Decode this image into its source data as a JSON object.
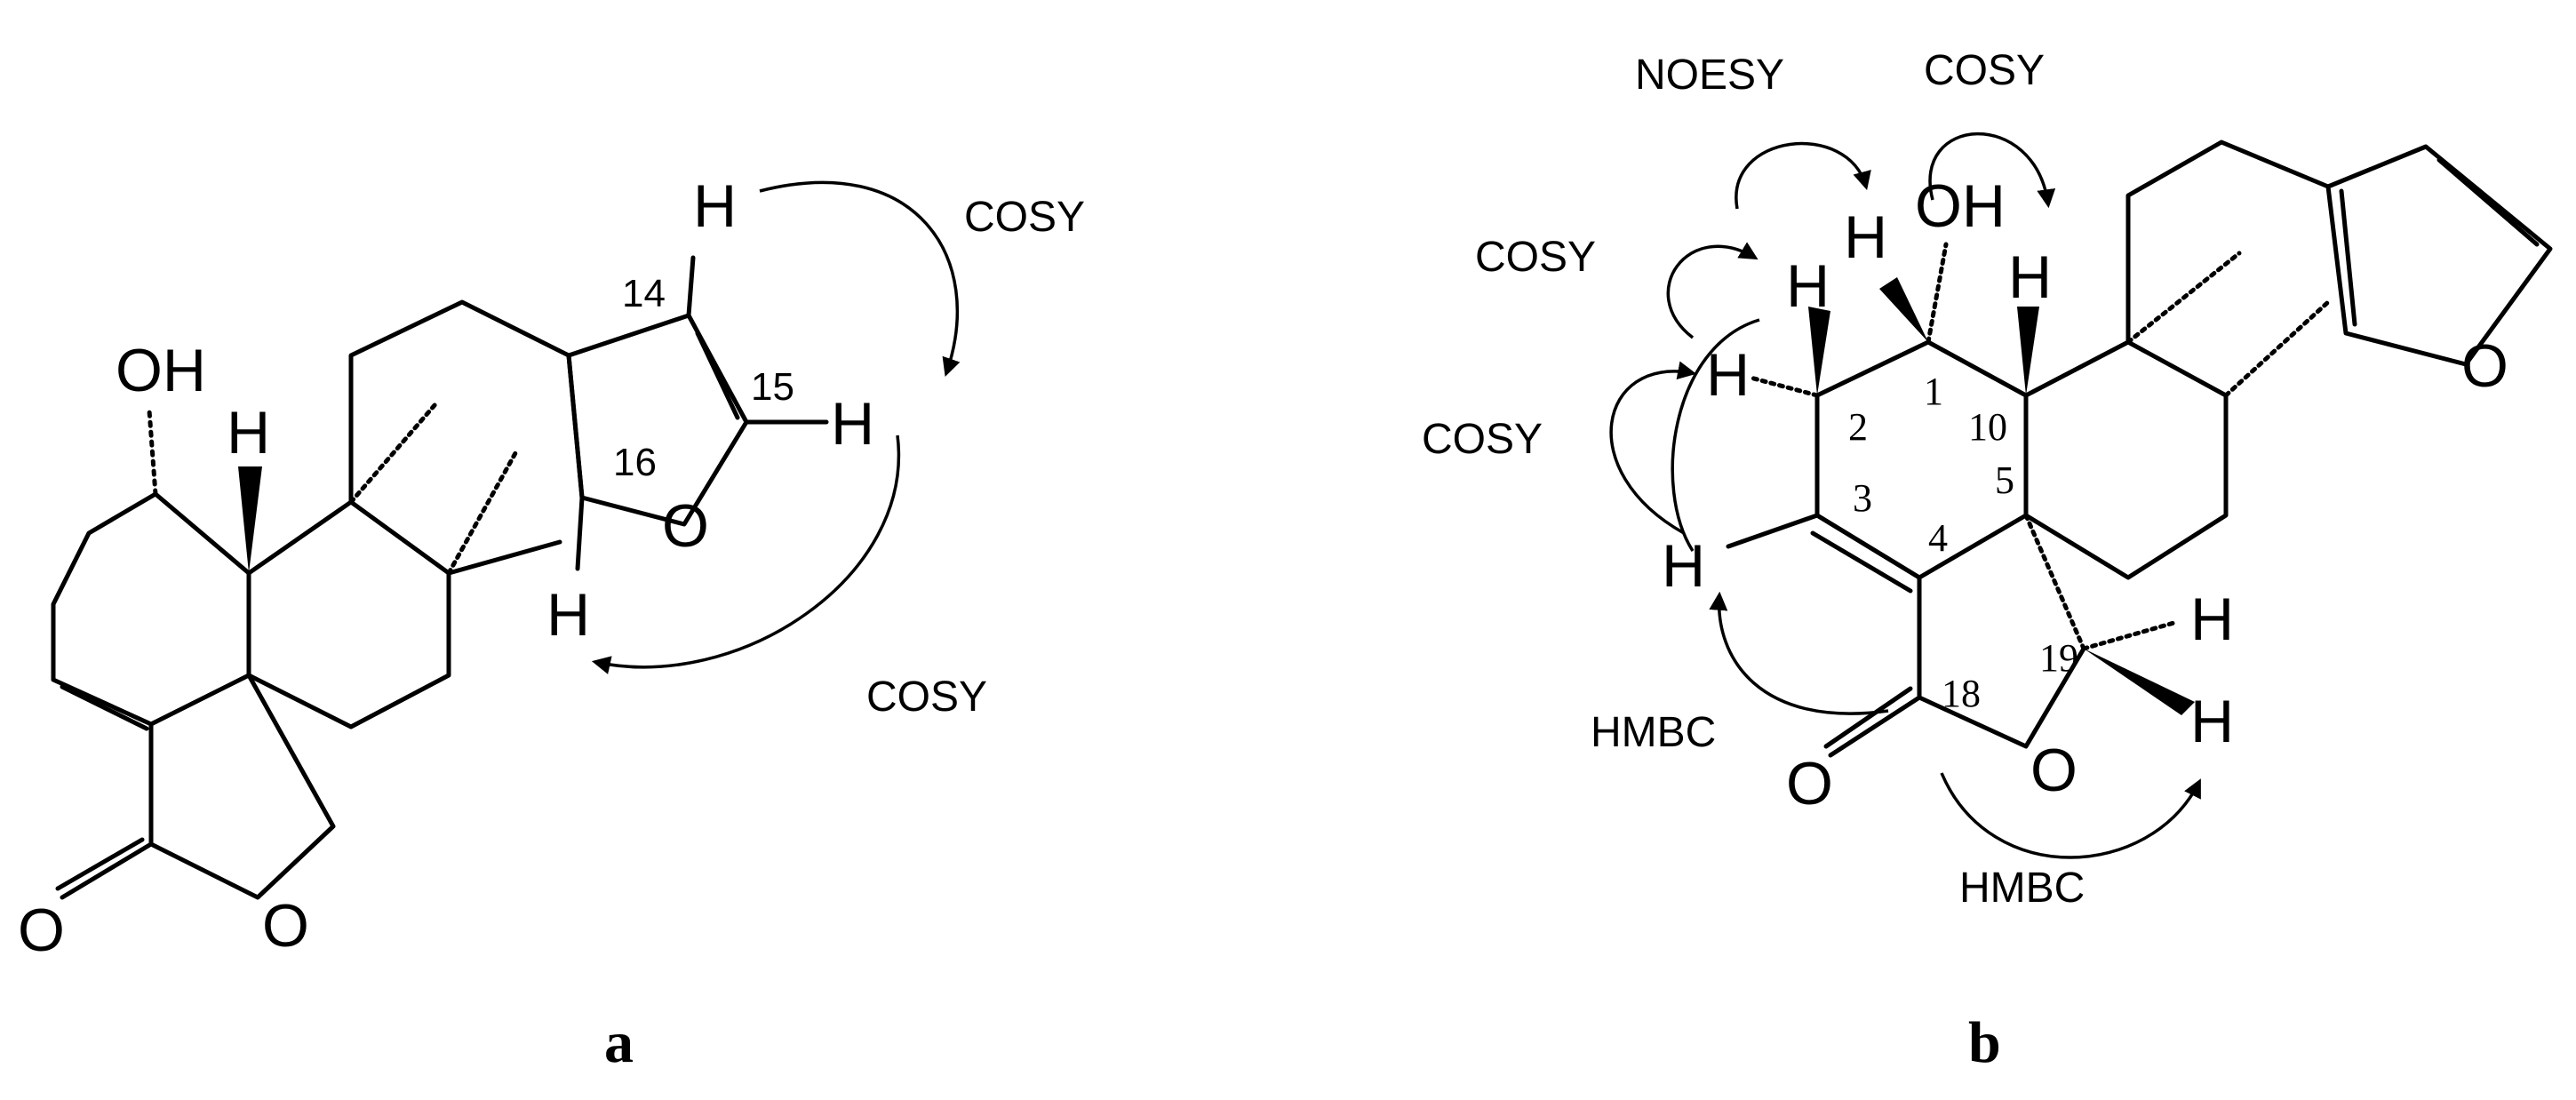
{
  "panels": {
    "a": {
      "label": "a",
      "atoms": {
        "oh": "OH",
        "h_top": "H",
        "h14": "H",
        "h15": "H",
        "h16": "H",
        "o_furan": "O",
        "o_carbonyl": "O",
        "o_lactone": "O"
      },
      "numbers": {
        "n14": "14",
        "n15": "15",
        "n16": "16"
      },
      "correlations": {
        "c1": "COSY",
        "c2": "COSY"
      }
    },
    "b": {
      "label": "b",
      "atoms": {
        "oh": "OH",
        "h1": "H",
        "h10": "H",
        "h2a": "H",
        "h2b": "H",
        "h3": "H",
        "h19a": "H",
        "h19b": "H",
        "o_furan": "O",
        "o_carbonyl": "O",
        "o_lactone": "O"
      },
      "numbers": {
        "n1": "1",
        "n2": "2",
        "n3": "3",
        "n4": "4",
        "n5": "5",
        "n10": "10",
        "n18": "18",
        "n19": "19"
      },
      "correlations": {
        "noesy": "NOESY",
        "cosy_top": "COSY",
        "cosy_left1": "COSY",
        "cosy_left2": "COSY",
        "hmbc1": "HMBC",
        "hmbc2": "HMBC"
      }
    }
  }
}
